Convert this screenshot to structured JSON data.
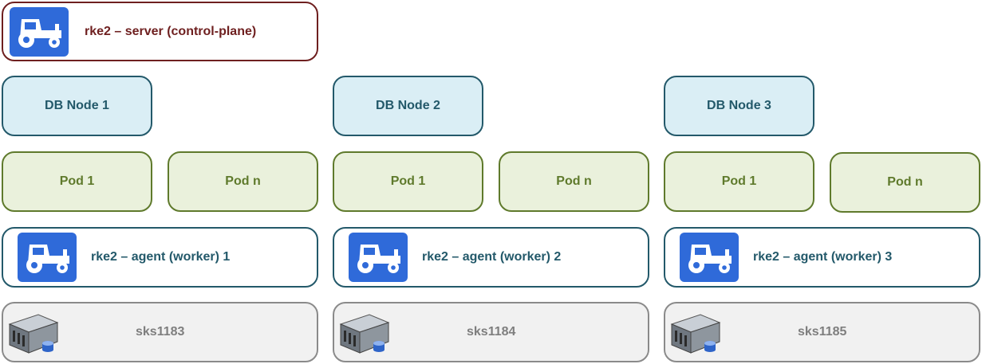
{
  "control_plane": {
    "label": "rke2 – server (control-plane)",
    "icon": "tractor-icon"
  },
  "columns": [
    {
      "db_node": "DB Node 1",
      "pods": [
        "Pod 1",
        "Pod n"
      ],
      "agent": "rke2 – agent (worker) 1",
      "host": "sks1183"
    },
    {
      "db_node": "DB Node 2",
      "pods": [
        "Pod 1",
        "Pod n"
      ],
      "agent": "rke2 – agent (worker) 2",
      "host": "sks1184"
    },
    {
      "db_node": "DB Node 3",
      "pods": [
        "Pod 1",
        "Pod n"
      ],
      "agent": "rke2 – agent (worker) 3",
      "host": "sks1185"
    }
  ],
  "colors": {
    "server_border": "#6e1f1f",
    "db_fill": "#daeef5",
    "db_border": "#23596a",
    "pod_fill": "#eaf1dc",
    "pod_border": "#5f7a2c",
    "host_fill": "#f1f1f1",
    "host_border": "#8a8a8a",
    "rke_icon_bg": "#2f6ad9"
  }
}
